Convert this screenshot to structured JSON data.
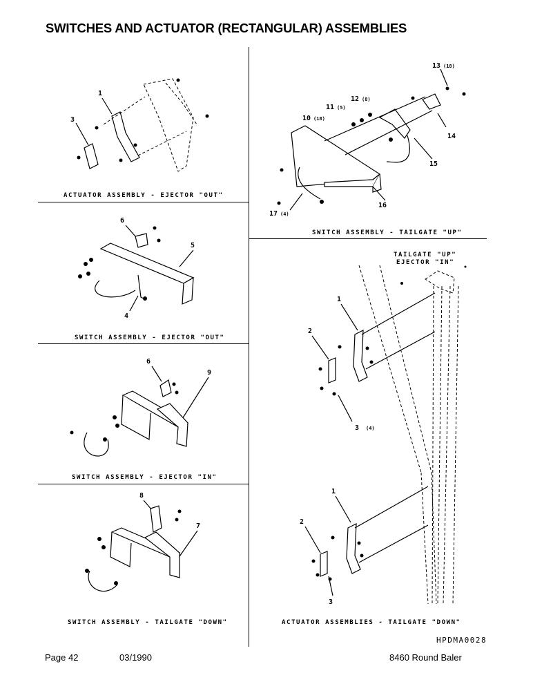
{
  "title": "SWITCHES AND ACTUATOR (RECTANGULAR) ASSEMBLIES",
  "panels": {
    "actuator_ejector_out": {
      "caption": "ACTUATOR ASSEMBLY - EJECTOR \"OUT\"",
      "callouts": [
        "1",
        "3"
      ]
    },
    "switch_tailgate_up": {
      "caption": "SWITCH ASSEMBLY - TAILGATE \"UP\"",
      "callouts": [
        {
          "num": "13",
          "qty": "(18)"
        },
        {
          "num": "12",
          "qty": "(8)"
        },
        {
          "num": "11",
          "qty": "(5)"
        },
        {
          "num": "10",
          "qty": "(18)"
        },
        {
          "num": "14",
          "qty": ""
        },
        {
          "num": "15",
          "qty": ""
        },
        {
          "num": "16",
          "qty": ""
        },
        {
          "num": "17",
          "qty": "(4)"
        }
      ]
    },
    "switch_ejector_out": {
      "caption": "SWITCH ASSEMBLY - EJECTOR \"OUT\"",
      "callouts": [
        "6",
        "5",
        "4"
      ]
    },
    "switch_ejector_in": {
      "caption": "SWITCH ASSEMBLY - EJECTOR \"IN\"",
      "callouts": [
        "6",
        "9"
      ]
    },
    "switch_tailgate_down": {
      "caption": "SWITCH ASSEMBLY - TAILGATE \"DOWN\"",
      "callouts": [
        "8",
        "7"
      ]
    },
    "actuators_tailgate_down": {
      "caption": "ACTUATOR ASSEMBLIES - TAILGATE \"DOWN\"",
      "note_line1": "TAILGATE \"UP\"",
      "note_line2": "EJECTOR \"IN\"",
      "callouts": [
        {
          "num": "1",
          "qty": ""
        },
        {
          "num": "2",
          "qty": ""
        },
        {
          "num": "3",
          "qty": "(4)"
        },
        {
          "num": "1",
          "qty": ""
        },
        {
          "num": "2",
          "qty": ""
        },
        {
          "num": "3",
          "qty": ""
        }
      ]
    }
  },
  "doc_code": "HPDMA0028",
  "footer": {
    "page": "Page 42",
    "date": "03/1990",
    "product": "8460 Round Baler"
  }
}
